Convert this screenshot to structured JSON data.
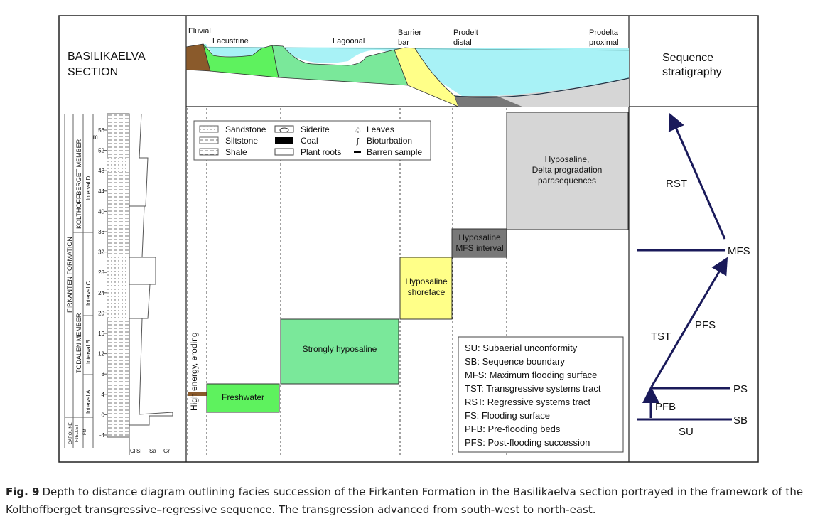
{
  "section_title": [
    "BASILIKAELVA",
    "SECTION"
  ],
  "seq_title": [
    "Sequence",
    "stratigraphy"
  ],
  "environments": {
    "fluvial": "Fluvial",
    "lacustrine": "Lacustrine",
    "lagoonal": "Lagoonal",
    "barrier": [
      "Barrier",
      "bar"
    ],
    "prodelt_distal": [
      "Prodelt",
      "distal"
    ],
    "prodelta_proximal": [
      "Prodelta",
      "proximal"
    ]
  },
  "facies": {
    "high_energy": "High energy, eroding",
    "freshwater": "Freshwater",
    "strongly_hyposaline": "Strongly hyposaline",
    "shoreface": [
      "Hyposaline",
      "shoreface"
    ],
    "mfs_interval": [
      "Hyposaline",
      "MFS interval"
    ],
    "delta": [
      "Hyposaline,",
      "Delta progradation",
      "parasequences"
    ]
  },
  "legend": {
    "items": [
      "Sandstone",
      "Siltstone",
      "Shale",
      "Siderite",
      "Coal",
      "Plant roots",
      "Leaves",
      "Bioturbation",
      "Barren sample"
    ]
  },
  "abbreviations": [
    "SU: Subaerial unconformity",
    "SB: Sequence boundary",
    "MFS: Maximum flooding surface",
    "TST: Transgressive systems tract",
    "RST: Regressive systems tract",
    "FS: Flooding surface",
    "PFB: Pre-flooding beds",
    "PFS: Post-flooding succession"
  ],
  "sequence_labels": {
    "rst": "RST",
    "mfs": "MFS",
    "tst": "TST",
    "pfs": "PFS",
    "ps": "PS",
    "pfb": "PFB",
    "sb": "SB",
    "su": "SU"
  },
  "column": {
    "depth_ticks": [
      "56",
      "52",
      "48",
      "44",
      "40",
      "36",
      "32",
      "28",
      "24",
      "20",
      "16",
      "12",
      "8",
      "4",
      "0",
      "-4"
    ],
    "unit": "m",
    "formation": "FIRKANTEN FORMATION",
    "members": [
      "KOLTHOFFBERGET MEMBER",
      "TODALEN MEMBER"
    ],
    "intervals": [
      "Interval D",
      "Interval C",
      "Interval B",
      "Interval A"
    ],
    "base_formation": [
      "CAROLINE",
      "FJELLET",
      "FM"
    ],
    "grain_labels": [
      "Cl",
      "Si",
      "Sa",
      "Gr"
    ]
  },
  "caption": {
    "label": "Fig. 9",
    "text": "Depth to distance diagram outlining facies succession of the Firkanten Formation in the Basilikaelva section portrayed in the framework of the Kolthoffberget transgressive–regressive sequence. The transgression advanced from south-west to north-east."
  },
  "colors": {
    "brown": "#8a5a2b",
    "freshwater": "#5ef25e",
    "hyposaline": "#7ae89a",
    "shoreface": "#ffff88",
    "mfs": "#787878",
    "delta": "#d6d6d6",
    "water": "#a8f2f6",
    "arrow": "#1a1a5a"
  }
}
